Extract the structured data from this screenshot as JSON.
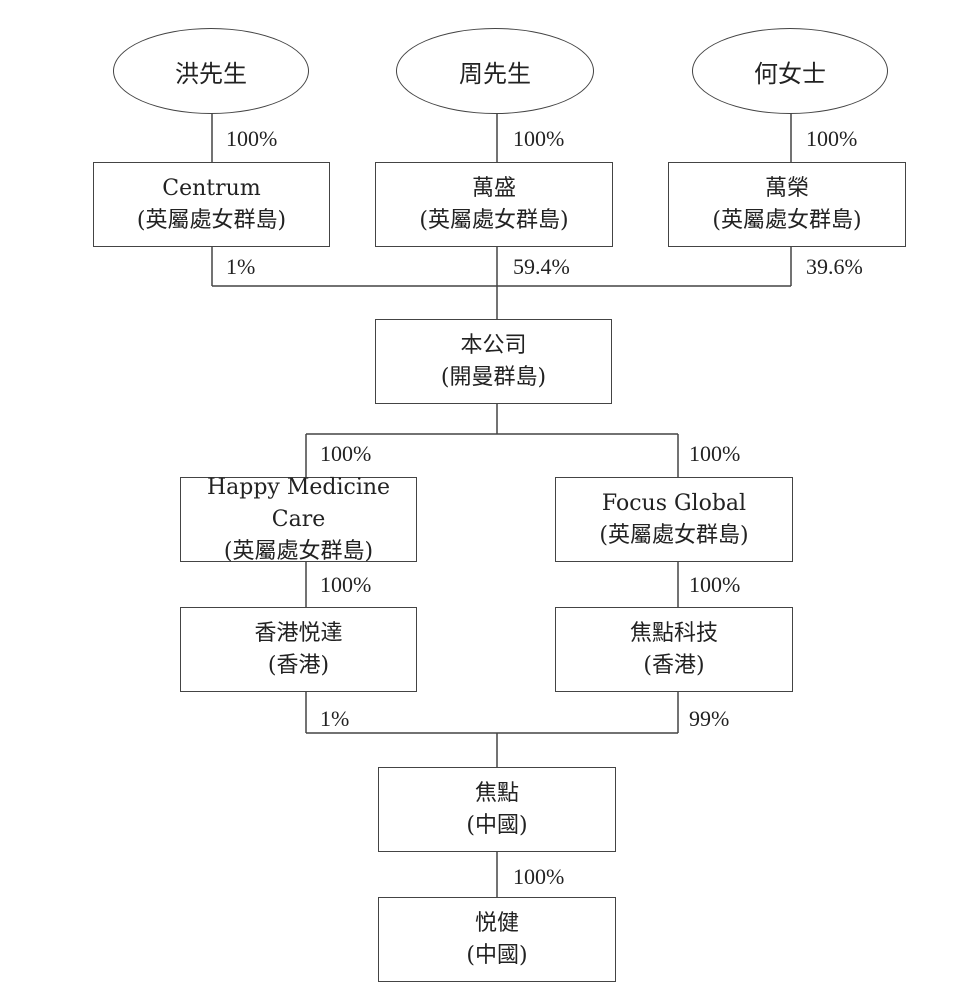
{
  "shareholders": [
    {
      "name": "洪先生",
      "pct": "100%"
    },
    {
      "name": "周先生",
      "pct": "100%"
    },
    {
      "name": "何女士",
      "pct": "100%"
    }
  ],
  "holdcos": [
    {
      "name": "Centrum",
      "place": "(英屬處女群島)",
      "pct": "1%"
    },
    {
      "name": "萬盛",
      "place": "(英屬處女群島)",
      "pct": "59.4%"
    },
    {
      "name": "萬榮",
      "place": "(英屬處女群島)",
      "pct": "39.6%"
    }
  ],
  "company": {
    "name": "本公司",
    "place": "(開曼群島)"
  },
  "bvi_subs": [
    {
      "name": "Happy Medicine Care",
      "place": "(英屬處女群島)",
      "pct_in": "100%"
    },
    {
      "name": "Focus Global",
      "place": "(英屬處女群島)",
      "pct_in": "100%"
    }
  ],
  "hk_subs": [
    {
      "name": "香港悦達",
      "place": "(香港)",
      "pct_in": "100%",
      "pct_out": "1%"
    },
    {
      "name": "焦點科技",
      "place": "(香港)",
      "pct_in": "100%",
      "pct_out": "99%"
    }
  ],
  "prc_sub": {
    "name": "焦點",
    "place": "(中國)"
  },
  "prc_sub2": {
    "name": "悦健",
    "place": "(中國)",
    "pct_in": "100%"
  }
}
